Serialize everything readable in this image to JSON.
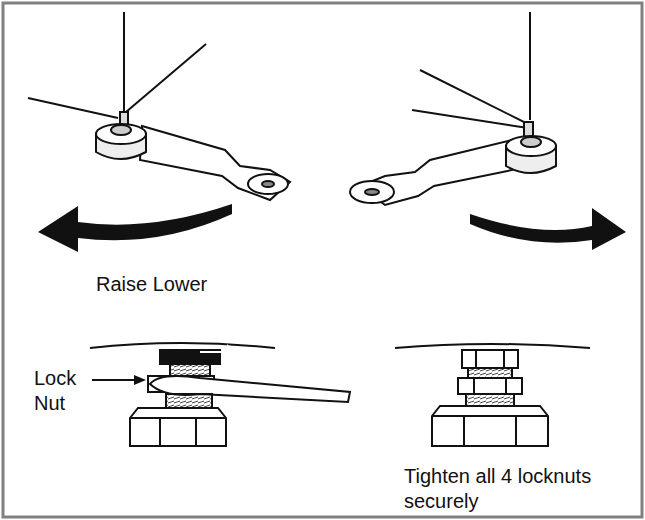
{
  "diagram": {
    "labels": [
      "Raise Lower",
      "Lock Nut",
      "Tighten all 4 locknuts securely"
    ]
  }
}
